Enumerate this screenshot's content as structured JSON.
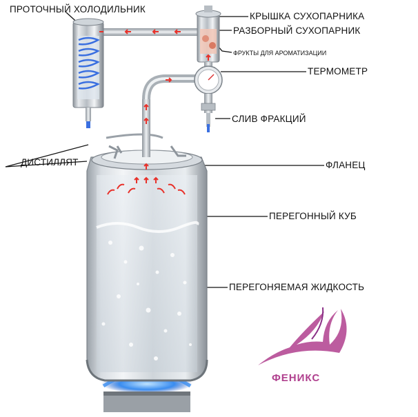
{
  "labels": {
    "cooler": "ПРОТОЧНЫЙ ХОЛОДИЛЬНИК",
    "lid": "КРЫШКА СУХОПАРНИКА",
    "dryer": "РАЗБОРНЫЙ СУХОПАРНИК",
    "fruits": "ФРУКТЫ ДЛЯ АРОМАТИЗАЦИИ",
    "thermometer": "ТЕРМОМЕТР",
    "drain": "СЛИВ ФРАКЦИЙ",
    "distillate": "ДИСТИЛЛЯТ",
    "flange": "ФЛАНЕЦ",
    "cube": "ПЕРЕГОННЫЙ КУБ",
    "liquid": "ПЕРЕГОНЯЕМАЯ ЖИДКОСТЬ"
  },
  "brand": {
    "name": "ФЕНИКС",
    "color": "#b0408e"
  },
  "colors": {
    "steel": "#c9ced3",
    "arrow": "#e8312a",
    "flame": "#2f7fe0"
  }
}
